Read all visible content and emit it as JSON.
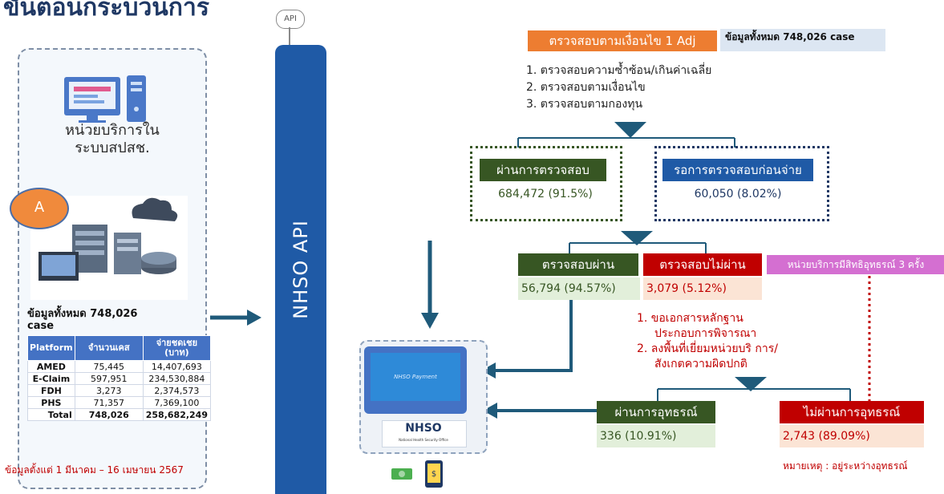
{
  "title": "ขั้นตอนกระบวนการ",
  "left_panel": {
    "unit_label_line1": "หน่วยบริการใน",
    "unit_label_line2": "ระบบสปสช.",
    "badge": "A",
    "total_label": "ข้อมูลทั้งหมด 748,026 case",
    "table": {
      "headers": [
        "Platform",
        "จำนวนเคส",
        "จ่ายชดเชย (บาท)"
      ],
      "rows": [
        [
          "AMED",
          "75,445",
          "14,407,693"
        ],
        [
          "E-Claim",
          "597,951",
          "234,530,884"
        ],
        [
          "FDH",
          "3,273",
          "2,374,573"
        ],
        [
          "PHS",
          "71,357",
          "7,369,100"
        ]
      ],
      "total": [
        "Total",
        "748,026",
        "258,682,249"
      ]
    },
    "date_note": "ข้อมูลตั้งแต่ 1 มีนาคม – 16 เมษายน 2567"
  },
  "api": {
    "cloud_label": "API",
    "bar_label": "NHSO API"
  },
  "payment": {
    "screen_label": "NHSO Payment",
    "logo_text": "NHSO",
    "logo_sub": "National Health Security Office"
  },
  "flow": {
    "check_header": "ตรวจสอบตามเงื่อนไข 1 Adj",
    "total_box": "ข้อมูลทั้งหมด 748,026 case",
    "steps": [
      "1. ตรวจสอบความซ้ำซ้อน/เกินค่าเฉลี่ย",
      "2. ตรวจสอบตามเงื่อนไข",
      "3. ตรวจสอบตามกองทุน"
    ],
    "passed": {
      "label": "ผ่านการตรวจสอบ",
      "value": "684,472 (91.5%)"
    },
    "pending": {
      "label": "รอการตรวจสอบก่อนจ่าย",
      "value": "60,050 (8.02%)"
    },
    "check_pass": {
      "label": "ตรวจสอบผ่าน",
      "value": "56,794 (94.57%)"
    },
    "check_fail": {
      "label": "ตรวจสอบไม่ผ่าน",
      "value": "3,079 (5.12%)"
    },
    "appeal_right": "หน่วยบริการมีสิทธิอุทธรณ์ 3 ครั้ง",
    "fail_steps": [
      "1. ขอเอกสารหลักฐาน",
      "ประกอบการพิจารณา",
      "2. ลงพื้นที่เยี่ยมหน่วยบริ การ/",
      "สังเกตความผิดปกติ"
    ],
    "appeal_pass": {
      "label": "ผ่านการอุทธรณ์",
      "value": "336 (10.91%)"
    },
    "appeal_fail": {
      "label": "ไม่ผ่านการอุทธรณ์",
      "value": "2,743 (89.09%)"
    },
    "remark": "หมายเหตุ : อยู่ระหว่างอุทธรณ์"
  },
  "colors": {
    "orange": "#ed7d31",
    "green": "#375623",
    "blue": "#1f5aa6",
    "red": "#c00000",
    "pink": "#d46fd1",
    "arrow": "#1f5a7a"
  }
}
